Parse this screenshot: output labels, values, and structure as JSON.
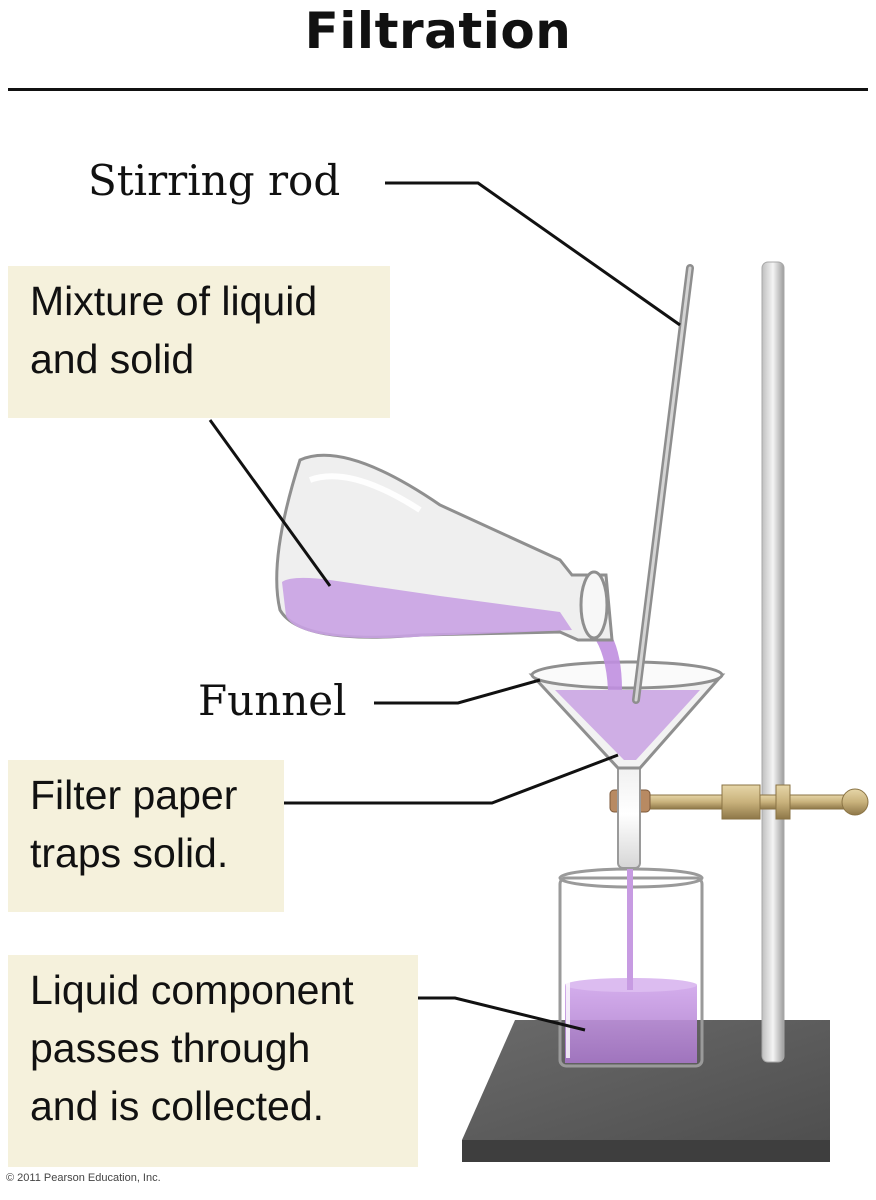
{
  "title": "Filtration",
  "labels": {
    "stirring_rod": "Stirring rod",
    "funnel": "Funnel",
    "mixture": [
      "Mixture of liquid",
      "and solid"
    ],
    "filter_paper": [
      "Filter paper",
      "traps solid."
    ],
    "liquid_component": [
      "Liquid component",
      "passes through",
      "and is collected."
    ]
  },
  "copyright": "© 2011 Pearson Education, Inc.",
  "colors": {
    "label_box": "#f5f1dc",
    "liquid": "#b98ad6",
    "stand_base": "#5f5f5f",
    "clamp_brass": "#c9b27c"
  }
}
